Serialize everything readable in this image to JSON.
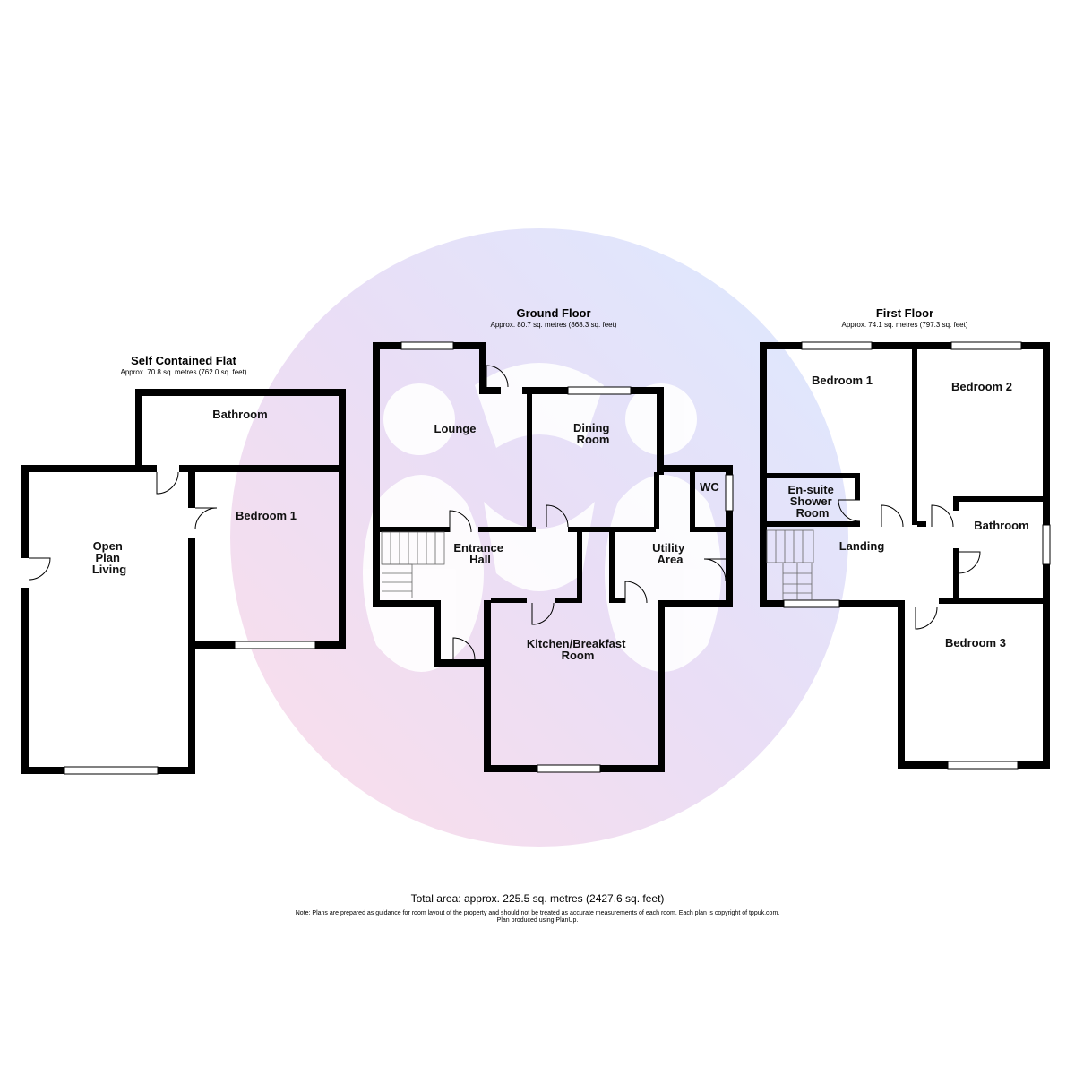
{
  "watermark": {
    "icon": "tpp-logo-watermark",
    "colors": [
      "#dbe8ff",
      "#fbd8e6",
      "#e6d8f4"
    ]
  },
  "floors": [
    {
      "title": "Self Contained Flat",
      "area": "Approx. 70.8 sq. metres (762.0 sq. feet)",
      "rooms": [
        {
          "label": "Bathroom"
        },
        {
          "label": "Bedroom 1"
        },
        {
          "label": "Open Plan Living"
        }
      ]
    },
    {
      "title": "Ground Floor",
      "area": "Approx. 80.7 sq. metres (868.3 sq. feet)",
      "rooms": [
        {
          "label": "Lounge"
        },
        {
          "label": "Dining Room"
        },
        {
          "label": "WC"
        },
        {
          "label": "Entrance Hall"
        },
        {
          "label": "Utility Area"
        },
        {
          "label": "Kitchen/Breakfast Room"
        }
      ]
    },
    {
      "title": "First Floor",
      "area": "Approx. 74.1 sq. metres (797.3 sq. feet)",
      "rooms": [
        {
          "label": "Bedroom 1"
        },
        {
          "label": "Bedroom 2"
        },
        {
          "label": "En-suite Shower Room"
        },
        {
          "label": "Landing"
        },
        {
          "label": "Bathroom"
        },
        {
          "label": "Bedroom 3"
        }
      ]
    }
  ],
  "footer": {
    "total": "Total area: approx. 225.5 sq. metres (2427.6 sq. feet)",
    "note": "Note: Plans are prepared as guidance for room layout of the property and should not be treated as accurate measurements of each room. Each plan is copyright of tppuk.com.",
    "credit": "Plan produced using PlanUp."
  }
}
